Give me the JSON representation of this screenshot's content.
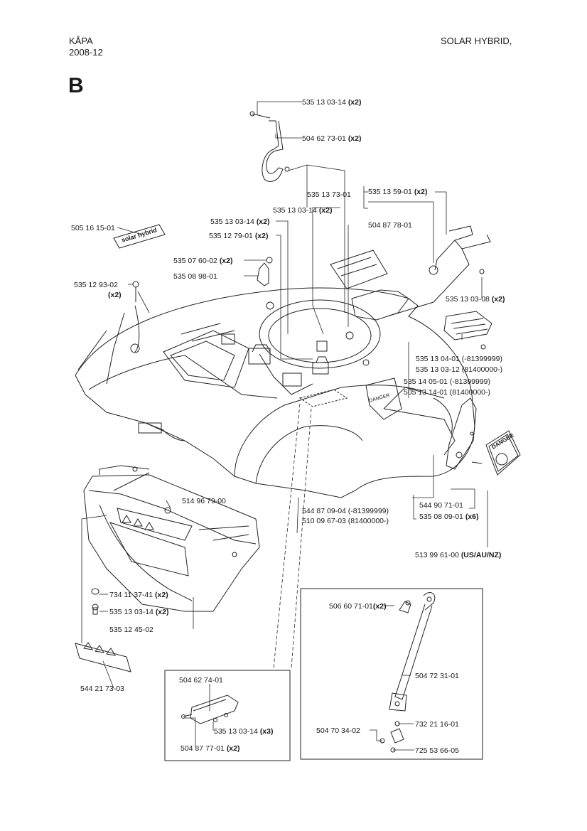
{
  "header": {
    "title": "KÅPA",
    "date": "2008-12",
    "model": "SOLAR HYBRID,"
  },
  "section_letter": "B",
  "decal_text": {
    "solar_hybrid": "solar hybrid",
    "danger": "DANGER"
  },
  "labels": {
    "p01": "535 13 03-14",
    "p01q": "(x2)",
    "p02": "504 62 73-01",
    "p02q": "(x2)",
    "p03": "535 13 73-01",
    "p04": "535 13 59-01",
    "p04q": "(x2)",
    "p05": "535 13 03-14",
    "p05q": "(x2)",
    "p06": "505 16 15-01",
    "p07": "504 87 78-01",
    "p08": "535 13 03-14",
    "p08q": "(x2)",
    "p09": "535 12 79-01",
    "p09q": "(x2)",
    "p10": "535 07 60-02",
    "p10q": "(x2)",
    "p11": "535 08 98-01",
    "p12": "535 12 93-02",
    "p12q": "(x2)",
    "p13": "535 13 03-08",
    "p13q": "(x2)",
    "p14a": "535 13 04-01 (-81399999)",
    "p14b": "535 13 03-12 (81400000-)",
    "p15a": "535 14 05-01 (-81399999)",
    "p15b": "505 13 14-01 (81400000-)",
    "p16": "514 96 79-00",
    "p17": "544 90 71-01",
    "p18a": "544 87 09-04 (-81399999)",
    "p18b": "510 09 67-03 (81400000-)",
    "p19": "535 08 09-01",
    "p19q": "(x6)",
    "p20": "513 99 61-00",
    "p20q": "(US/AU/NZ)",
    "p21": "734 11 37-41",
    "p21q": "(x2)",
    "p22": "535 13 03-14",
    "p22q": "(x2)",
    "p23": "535 12 45-02",
    "p24": "544 21 73-03",
    "p25": "506 60 71-01",
    "p25q": "(x2)",
    "p26": "504 72 31-01",
    "p27": "732 21 16-01",
    "p28": "504 70 34-02",
    "p29": "725 53 66-05",
    "p30": "504 62 74-01",
    "p31": "535 13 03-14",
    "p31q": "(x3)",
    "p32": "504 87 77-01",
    "p32q": "(x2)"
  }
}
